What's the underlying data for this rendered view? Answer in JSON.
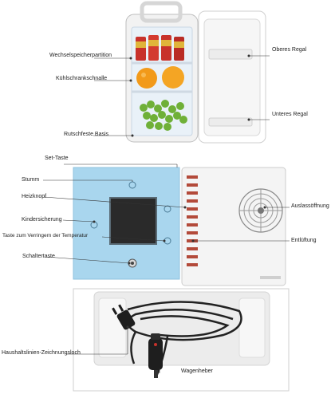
{
  "section1": {
    "labels": {
      "phase_change": "Wechselspeicherpartition",
      "handle": "Kühlschrankschnalle",
      "base": "Rutschfeste Basis",
      "upper_shelf": "Oberes Regal",
      "lower_shelf": "Unteres Regal"
    }
  },
  "section2": {
    "labels": {
      "set_key": "Set-Taste",
      "mute": "Stumm",
      "heat_button": "Heizknopf",
      "child_lock": "Kindersicherung",
      "temp_down": "Taste zum Verringern der Temperatur",
      "switch_key": "Schaltertaste",
      "vent": "Auslassöffnung",
      "ventilation": "Entlüftung"
    }
  },
  "section3": {
    "labels": {
      "household_hole": "Haushaltslinien-Zeichnungsloch",
      "car_lifter": "Wagenheber"
    }
  },
  "colors": {
    "panel_blue": "#a9d6ee",
    "display_dark": "#2a2a2a",
    "fridge_white": "#f4f4f4",
    "interior_blue": "#9fc7e8",
    "can_red": "#c8322b",
    "orange": "#f29a1a",
    "grape_green": "#6fb038"
  }
}
